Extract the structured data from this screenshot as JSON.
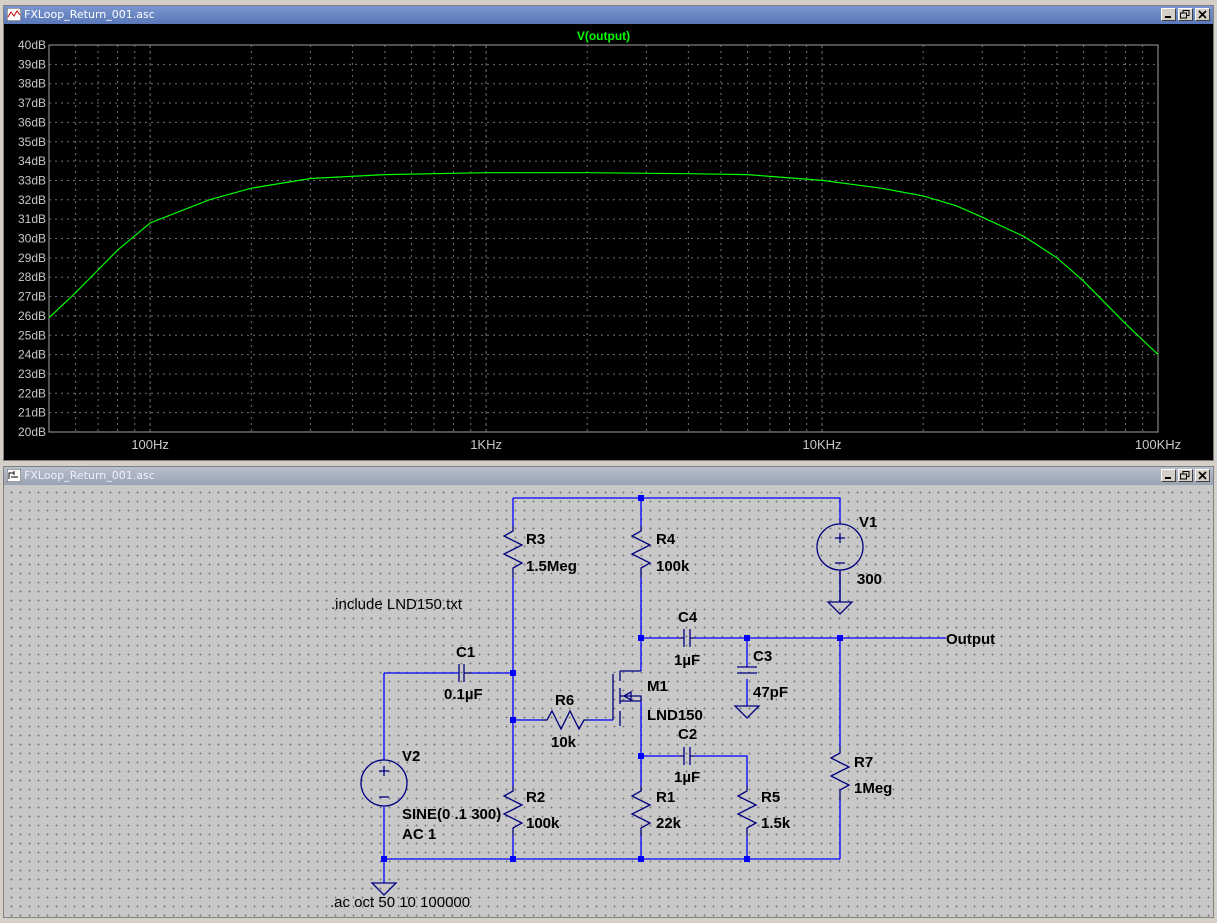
{
  "plot_window": {
    "title": "FXLoop_Return_001.asc"
  },
  "schematic_window": {
    "title": "FXLoop_Return_001.asc"
  },
  "chart_data": {
    "type": "line",
    "title": "V(output)",
    "x_scale": "log",
    "xlim": [
      50,
      100000
    ],
    "ylim": [
      20,
      40
    ],
    "grid": true,
    "y_ticks": [
      "40dB",
      "39dB",
      "38dB",
      "37dB",
      "36dB",
      "35dB",
      "34dB",
      "33dB",
      "32dB",
      "31dB",
      "30dB",
      "29dB",
      "28dB",
      "27dB",
      "26dB",
      "25dB",
      "24dB",
      "23dB",
      "22dB",
      "21dB",
      "20dB"
    ],
    "x_ticks": [
      {
        "label": "100Hz",
        "value": 100
      },
      {
        "label": "1KHz",
        "value": 1000
      },
      {
        "label": "10KHz",
        "value": 10000
      },
      {
        "label": "100KHz",
        "value": 100000
      }
    ],
    "series": [
      {
        "name": "V(output)",
        "color": "#00ff00",
        "x": [
          50,
          60,
          80,
          100,
          150,
          200,
          300,
          500,
          1000,
          2000,
          4000,
          6000,
          10000,
          15000,
          20000,
          25000,
          30000,
          40000,
          50000,
          60000,
          80000,
          100000
        ],
        "y": [
          25.9,
          27.2,
          29.4,
          30.8,
          32.0,
          32.6,
          33.1,
          33.3,
          33.4,
          33.4,
          33.35,
          33.3,
          33.0,
          32.6,
          32.2,
          31.7,
          31.1,
          30.1,
          29.0,
          27.8,
          25.6,
          24.0
        ]
      }
    ]
  },
  "schematic": {
    "components": [
      {
        "ref": "R3",
        "value": "1.5Meg"
      },
      {
        "ref": "R4",
        "value": "100k"
      },
      {
        "ref": "V1",
        "value": "300"
      },
      {
        "ref": "C4",
        "value": "1µF"
      },
      {
        "ref": "C3",
        "value": "47pF"
      },
      {
        "ref": "C1",
        "value": "0.1µF"
      },
      {
        "ref": "R6",
        "value": "10k"
      },
      {
        "ref": "M1",
        "value": "LND150"
      },
      {
        "ref": "C2",
        "value": "1µF"
      },
      {
        "ref": "V2",
        "value": "SINE(0 .1 300)",
        "value2": "AC 1"
      },
      {
        "ref": "R2",
        "value": "100k"
      },
      {
        "ref": "R1",
        "value": "22k"
      },
      {
        "ref": "R5",
        "value": "1.5k"
      },
      {
        "ref": "R7",
        "value": "1Meg"
      }
    ],
    "net_label_output": "Output",
    "directive_include": ".include LND150.txt",
    "directive_ac": ".ac oct 50 10 100000",
    "wire_color": "#0000ff",
    "component_color": "#000080"
  }
}
